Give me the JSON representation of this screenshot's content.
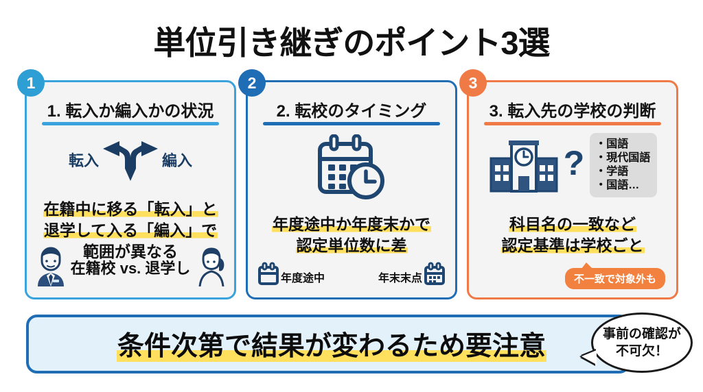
{
  "title": "単位引き継ぎのポイント3選",
  "colors": {
    "card1_border": "#3aa3dd",
    "card2_border": "#1f6eb5",
    "card3_border": "#ef7a45",
    "badge1": "#2e9fd4",
    "badge2": "#1f6eb5",
    "badge3": "#ef7a45",
    "icon_navy": "#1f4670",
    "highlight_yellow": "#ffdf5e",
    "banner_fill": "#e3f1fb",
    "banner_border": "#1f6eb5",
    "card_fill": "#f4f4f4",
    "subject_box": "#dcdcdc",
    "orange_badge": "#f2813f"
  },
  "cards": [
    {
      "badge": "1",
      "title": "1. 転入か編入かの状況",
      "fork": {
        "left_label": "転入",
        "right_label": "編入",
        "icon": "fork-arrow-icon"
      },
      "lines": [
        "在籍中に移る「転入」と",
        "退学して入る「編入」で",
        "範囲が異なる"
      ],
      "caption": "在籍校 vs. 退学し",
      "icons": [
        "male-student-icon",
        "female-person-icon"
      ]
    },
    {
      "badge": "2",
      "title": "2. 転校のタイミング",
      "icon": "calendar-clock-icon",
      "lines": [
        "年度途中か年度末かで",
        "認定単位数に差"
      ],
      "footer": [
        {
          "label": "年度途中",
          "icon": "calendar-icon"
        },
        {
          "label": "年末末点",
          "icon": "calendar-icon"
        }
      ]
    },
    {
      "badge": "3",
      "title": "3. 転入先の学校の判断",
      "icons": [
        "school-building-icon",
        "question-mark-icon"
      ],
      "question_mark": "?",
      "subjects": [
        "国語",
        "現代国語",
        "学語",
        "国語…"
      ],
      "lines": [
        "科目名の一致など",
        "認定基準は学校ごと"
      ],
      "badge_note": "不一致で対象外も"
    }
  ],
  "banner": {
    "text": "条件次第で結果が変わるため要注意",
    "bubble": {
      "line1": "事前の確認が",
      "line2": "不可欠！"
    }
  }
}
